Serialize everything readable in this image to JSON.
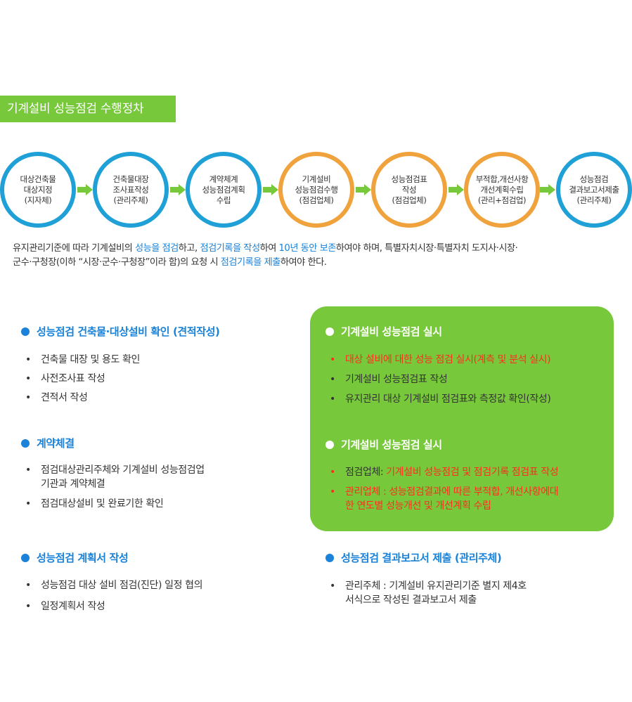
{
  "title": "기계설비 성능점검 수행정차",
  "steps": [
    {
      "label": "대상건축물\n대상지정\n(지자체)",
      "color": "blue"
    },
    {
      "label": "건축물대장\n조사표작성\n(관리주체)",
      "color": "blue"
    },
    {
      "label": "계약체계\n성능점검계획\n수립",
      "color": "blue"
    },
    {
      "label": "기계설비\n성능점검수행\n(점검업체)",
      "color": "orange"
    },
    {
      "label": "성능점검표\n작성\n(점검업체)",
      "color": "orange"
    },
    {
      "label": "부적합,개선사항\n개선계획수립\n(관리+점검업)",
      "color": "orange"
    },
    {
      "label": "성능점검\n결과보고서제출\n(관리주체)",
      "color": "blue"
    }
  ],
  "intro": {
    "p1": "유지관리기준에 따라 기계설비의 ",
    "h1": "성능을 점검",
    "p2": "하고, ",
    "h2": "점검기록을 작성",
    "p3": "하여 ",
    "h3": "10년 동안 보존",
    "p4": "하여야 하며, 특별자치시장·특별자치 도지사·시장·",
    "p5": "군수·구청장(이하 “시장·군수·구청장”이라 함)의 요청 시 ",
    "h4": "점검기록을 제출",
    "p6": "하여야 한다."
  },
  "sections": {
    "s1": {
      "title": "성능점검 건축물·대상설비 확인 (견적작성)",
      "items": [
        "건축물 대장 및 용도 확인",
        "사전조사표 작성",
        "견적서 작성"
      ]
    },
    "s2": {
      "title": "계약체결",
      "items": [
        "점검대상관리주체와 기계설비 성능점검업\n기관과 계약체결",
        "점검대상설비 및 완료기한 확인"
      ]
    },
    "s3": {
      "title": "성능점검 계획서 작성",
      "items": [
        "성능점검 대상 설비 점검(진단) 일정 협의",
        "일정계획서 작성"
      ]
    },
    "g1": {
      "title": "기계설비 성능점검 실시",
      "items": [
        "대상 설비에 대한 성능 점검 실시(계측 및 분석 실시)",
        "기계설비 성능점검표 작성",
        "유지관리 대상 기계설비 점검표와 측정값 확인(작성)"
      ]
    },
    "g2": {
      "title": "기계설비 성능점검 실시",
      "item1_label": "점검업체: ",
      "item1_text": "기계설비 성능점검 및 점검기록 점검표 작성",
      "item2_text": "관리업체 : 성능점검결과에 따른 부적합, 개선사항에대\n한 연도별 성능개선 및 개선계획 수립"
    },
    "s4": {
      "title": "성능점검 결과보고서 제출 (관리주체)",
      "items": [
        "관리주체 : 기계설비 유지관리기준 별지 제4호\n서식으로 작성된 결과보고서 제출"
      ]
    }
  },
  "bullet": "•",
  "colors": {
    "green": "#78c83c",
    "blue": "#1fa0d6",
    "orange": "#f0a23c",
    "heading_blue": "#1a82d8",
    "red": "#ff2d1e"
  }
}
